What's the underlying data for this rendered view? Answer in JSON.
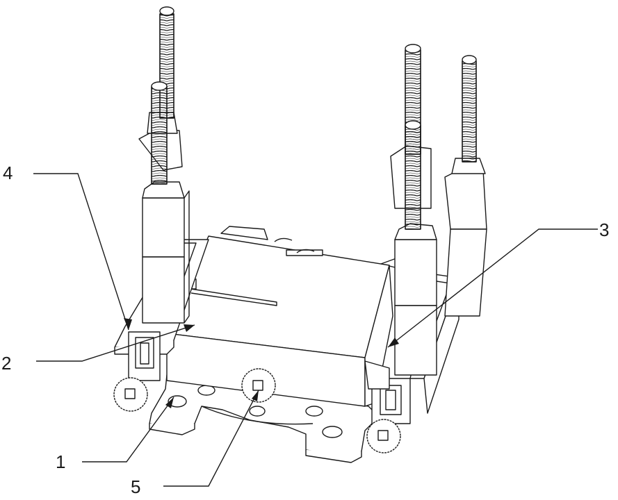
{
  "figure": {
    "line_color": "#1a1a1a",
    "fill_color": "#ffffff",
    "callouts": [
      {
        "id": "4",
        "label": "4"
      },
      {
        "id": "3",
        "label": "3"
      },
      {
        "id": "2",
        "label": "2"
      },
      {
        "id": "1",
        "label": "1"
      },
      {
        "id": "5",
        "label": "5"
      }
    ]
  }
}
